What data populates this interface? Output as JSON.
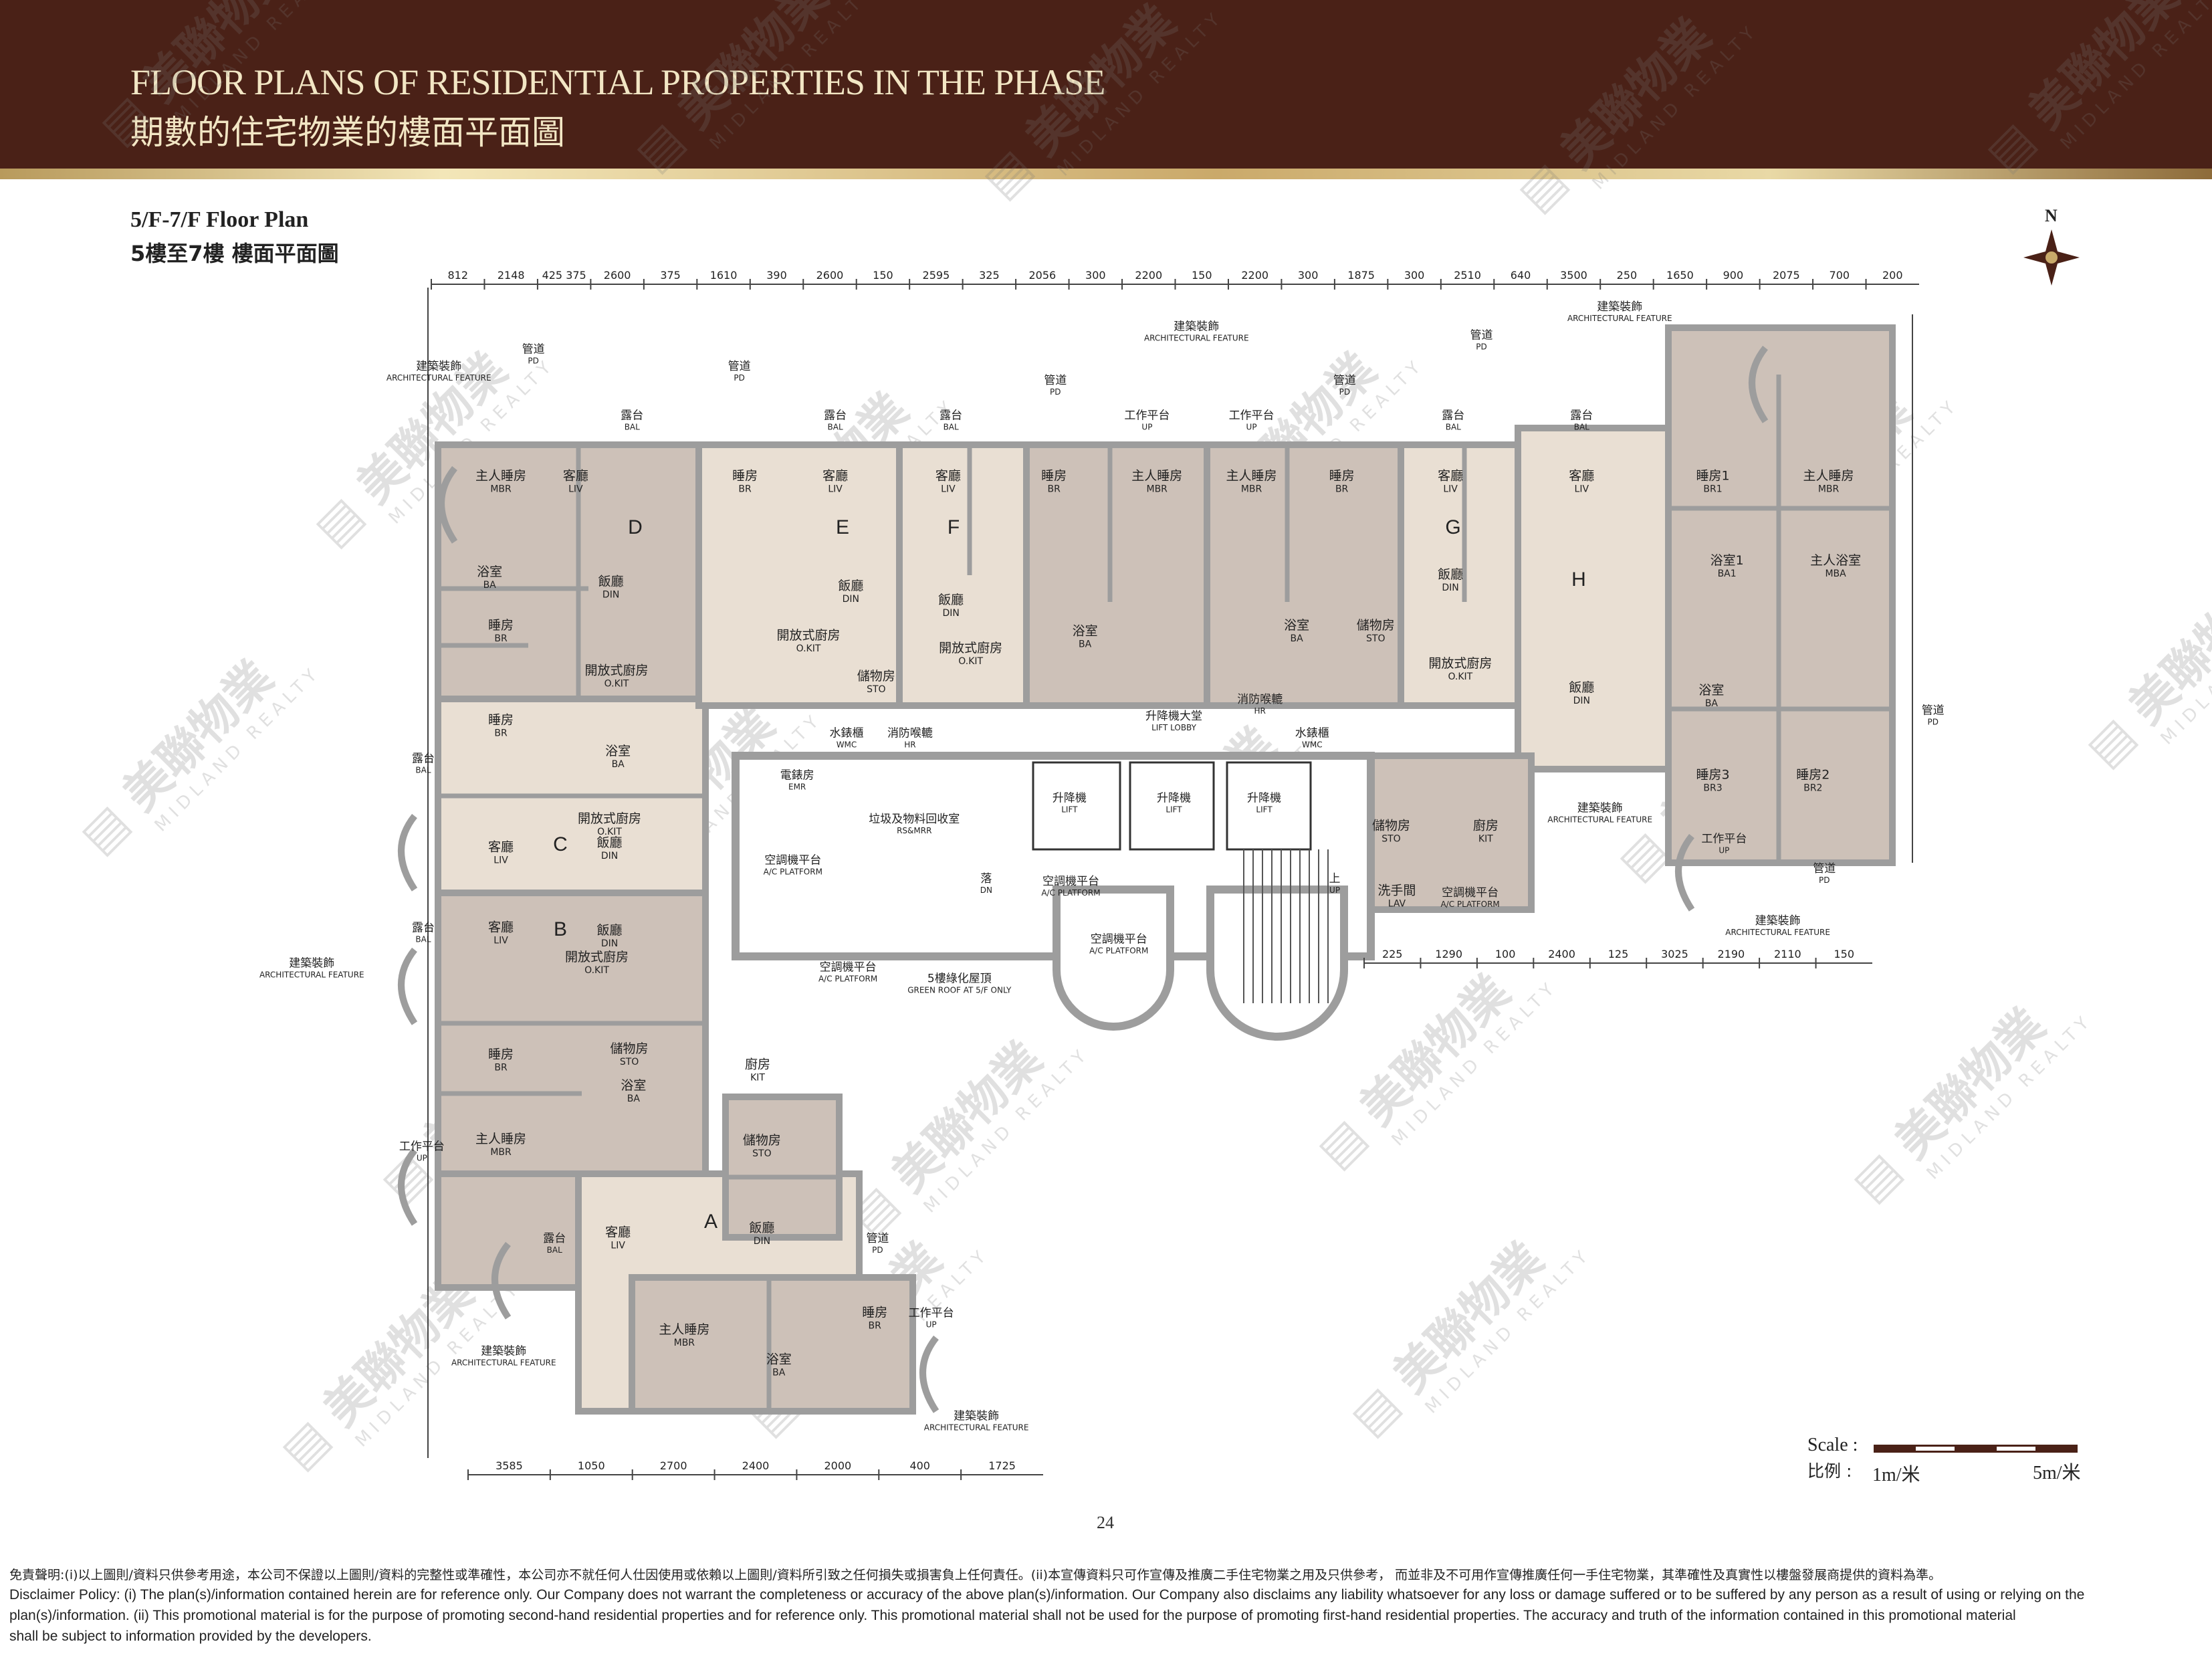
{
  "header": {
    "title_en": "FLOOR PLANS OF RESIDENTIAL PROPERTIES IN THE PHASE",
    "title_cn": "期數的住宅物業的樓面平面圖"
  },
  "plan": {
    "title_en": "5/F-7/F Floor Plan",
    "title_cn": "5樓至7樓 樓面平面圖",
    "compass": "N",
    "units": [
      "A",
      "B",
      "C",
      "D",
      "E",
      "F",
      "G",
      "H"
    ],
    "rooms": [
      {
        "cn": "主人睡房",
        "en": "MBR"
      },
      {
        "cn": "客廳",
        "en": "LIV"
      },
      {
        "cn": "浴室",
        "en": "BA"
      },
      {
        "cn": "睡房",
        "en": "BR"
      },
      {
        "cn": "飯廳",
        "en": "DIN"
      },
      {
        "cn": "開放式廚房",
        "en": "O.KIT"
      },
      {
        "cn": "睡房",
        "en": "BR"
      },
      {
        "cn": "浴室",
        "en": "BA"
      },
      {
        "cn": "開放式廚房",
        "en": "O.KIT"
      },
      {
        "cn": "客廳",
        "en": "LIV"
      },
      {
        "cn": "飯廳",
        "en": "DIN"
      },
      {
        "cn": "客廳",
        "en": "LIV"
      },
      {
        "cn": "飯廳",
        "en": "DIN"
      },
      {
        "cn": "開放式廚房",
        "en": "O.KIT"
      },
      {
        "cn": "睡房",
        "en": "BR"
      },
      {
        "cn": "儲物房",
        "en": "STO"
      },
      {
        "cn": "浴室",
        "en": "BA"
      },
      {
        "cn": "主人睡房",
        "en": "MBR"
      },
      {
        "cn": "客廳",
        "en": "LIV"
      },
      {
        "cn": "飯廳",
        "en": "DIN"
      },
      {
        "cn": "廚房",
        "en": "KIT"
      },
      {
        "cn": "儲物房",
        "en": "STO"
      },
      {
        "cn": "主人睡房",
        "en": "MBR"
      },
      {
        "cn": "浴室",
        "en": "BA"
      },
      {
        "cn": "睡房",
        "en": "BR"
      },
      {
        "cn": "睡房",
        "en": "BR"
      },
      {
        "cn": "客廳",
        "en": "LIV"
      },
      {
        "cn": "飯廳",
        "en": "DIN"
      },
      {
        "cn": "開放式廚房",
        "en": "O.KIT"
      },
      {
        "cn": "儲物房",
        "en": "STO"
      },
      {
        "cn": "客廳",
        "en": "LIV"
      },
      {
        "cn": "飯廳",
        "en": "DIN"
      },
      {
        "cn": "開放式廚房",
        "en": "O.KIT"
      },
      {
        "cn": "睡房",
        "en": "BR"
      },
      {
        "cn": "主人睡房",
        "en": "MBR"
      },
      {
        "cn": "浴室",
        "en": "BA"
      },
      {
        "cn": "主人睡房",
        "en": "MBR"
      },
      {
        "cn": "睡房",
        "en": "BR"
      },
      {
        "cn": "浴室",
        "en": "BA"
      },
      {
        "cn": "儲物房",
        "en": "STO"
      },
      {
        "cn": "客廳",
        "en": "LIV"
      },
      {
        "cn": "飯廳",
        "en": "DIN"
      },
      {
        "cn": "開放式廚房",
        "en": "O.KIT"
      },
      {
        "cn": "客廳",
        "en": "LIV"
      },
      {
        "cn": "飯廳",
        "en": "DIN"
      },
      {
        "cn": "睡房1",
        "en": "BR1"
      },
      {
        "cn": "主人睡房",
        "en": "MBR"
      },
      {
        "cn": "浴室1",
        "en": "BA1"
      },
      {
        "cn": "主人浴室",
        "en": "MBA"
      },
      {
        "cn": "浴室",
        "en": "BA"
      },
      {
        "cn": "睡房3",
        "en": "BR3"
      },
      {
        "cn": "睡房2",
        "en": "BR2"
      },
      {
        "cn": "儲物房",
        "en": "STO"
      },
      {
        "cn": "廚房",
        "en": "KIT"
      },
      {
        "cn": "洗手間",
        "en": "LAV"
      }
    ],
    "common": [
      {
        "cn": "電錶房",
        "en": "EMR"
      },
      {
        "cn": "水錶櫃",
        "en": "WMC"
      },
      {
        "cn": "消防喉轆",
        "en": "HR"
      },
      {
        "cn": "垃圾及物料回收室",
        "en": "RS&MRR"
      },
      {
        "cn": "空調機平台",
        "en": "A/C PLATFORM"
      },
      {
        "cn": "升降機",
        "en": "LIFT"
      },
      {
        "cn": "升降機",
        "en": "LIFT"
      },
      {
        "cn": "升降機",
        "en": "LIFT"
      },
      {
        "cn": "升降機大堂",
        "en": "LIFT LOBBY"
      },
      {
        "cn": "空調機平台",
        "en": "A/C PLATFORM"
      },
      {
        "cn": "空調機平台",
        "en": "A/C PLATFORM"
      },
      {
        "cn": "空調機平台",
        "en": "A/C PLATFORM"
      },
      {
        "cn": "5樓綠化屋頂",
        "en": "GREEN ROOF AT 5/F ONLY"
      },
      {
        "cn": "消防喉轆",
        "en": "HR"
      },
      {
        "cn": "水錶櫃",
        "en": "WMC"
      },
      {
        "cn": "空調機平台",
        "en": "A/C PLATFORM"
      },
      {
        "cn": "工作平台",
        "en": "UP"
      },
      {
        "cn": "工作平台",
        "en": "UP"
      },
      {
        "cn": "工作平台",
        "en": "UP"
      },
      {
        "cn": "工作平台",
        "en": "UP"
      },
      {
        "cn": "工作平台",
        "en": "UP"
      },
      {
        "cn": "露台",
        "en": "BAL"
      },
      {
        "cn": "露台",
        "en": "BAL"
      },
      {
        "cn": "露台",
        "en": "BAL"
      },
      {
        "cn": "露台",
        "en": "BAL"
      },
      {
        "cn": "露台",
        "en": "BAL"
      },
      {
        "cn": "露台",
        "en": "BAL"
      },
      {
        "cn": "露台",
        "en": "BAL"
      },
      {
        "cn": "露台",
        "en": "BAL"
      },
      {
        "cn": "建築裝飾",
        "en": "ARCHITECTURAL FEATURE"
      },
      {
        "cn": "建築裝飾",
        "en": "ARCHITECTURAL FEATURE"
      },
      {
        "cn": "建築裝飾",
        "en": "ARCHITECTURAL FEATURE"
      },
      {
        "cn": "建築裝飾",
        "en": "ARCHITECTURAL FEATURE"
      },
      {
        "cn": "建築裝飾",
        "en": "ARCHITECTURAL FEATURE"
      },
      {
        "cn": "建築裝飾",
        "en": "ARCHITECTURAL FEATURE"
      },
      {
        "cn": "建築裝飾",
        "en": "ARCHITECTURAL FEATURE"
      },
      {
        "cn": "建築裝飾",
        "en": "ARCHITECTURAL FEATURE"
      },
      {
        "cn": "管道",
        "en": "PD"
      },
      {
        "cn": "管道",
        "en": "PD"
      },
      {
        "cn": "管道",
        "en": "PD"
      },
      {
        "cn": "管道",
        "en": "PD"
      },
      {
        "cn": "管道",
        "en": "PD"
      },
      {
        "cn": "管道",
        "en": "PD"
      },
      {
        "cn": "管道",
        "en": "PD"
      },
      {
        "cn": "管道",
        "en": "PD"
      },
      {
        "cn": "落",
        "en": "DN"
      },
      {
        "cn": "上",
        "en": "UP"
      }
    ],
    "dims_top": [
      "812",
      "2148",
      "425 375",
      "2600",
      "375",
      "1610",
      "390",
      "2600",
      "150",
      "2595",
      "325",
      "2056",
      "300",
      "2200",
      "150",
      "2200",
      "300",
      "1875",
      "300",
      "2510",
      "640",
      "3500",
      "250",
      "1650",
      "900",
      "2075",
      "700",
      "200"
    ],
    "dims_bottom": [
      "3585",
      "1050",
      "2700",
      "2400",
      "2000",
      "400",
      "1725"
    ],
    "dims_bottom_right": [
      "225",
      "1290",
      "100",
      "2400",
      "125",
      "3025",
      "2190",
      "2110",
      "150"
    ]
  },
  "scale": {
    "label_en": "Scale :",
    "label_cn": "比例 :",
    "min": "1m/米",
    "max": "5m/米"
  },
  "watermark": {
    "cn": "美聯物業",
    "en": "MIDLAND REALTY"
  },
  "page_number": "24",
  "disclaimer": [
    "免責聲明:(i)以上圖則/資料只供參考用途，本公司不保證以上圖則/資料的完整性或準確性，本公司亦不就任何人仕因使用或依賴以上圖則/資料所引致之任何損失或損害負上任何責任。(ii)本宣傳資料只可作宣傳及推廣二手住宅物業之用及只供參考， 而並非及不可用作宣傳推廣任何一手住宅物業，其準確性及真實性以樓盤發展商提供的資料為準。",
    "Disclaimer Policy: (i) The plan(s)/information contained herein are for reference only. Our Company does not warrant the completeness or accuracy of the above plan(s)/information. Our Company also disclaims any liability whatsoever for any loss or damage suffered or to be suffered by any person as a result of using or relying on the",
    "plan(s)/information. (ii) This promotional material is for the purpose of promoting second-hand residential properties and for reference only. This promotional material shall not be used for the purpose of promoting first-hand residential properties. The accuracy and truth of the information contained in this promotional material",
    "shall be subject to information provided by the developers."
  ],
  "colors": {
    "header": "#4a2117",
    "room": "#cdc1b8",
    "living": "#e9dfd3",
    "wall": "#9d9d9d",
    "title": "#f2e6c4"
  }
}
